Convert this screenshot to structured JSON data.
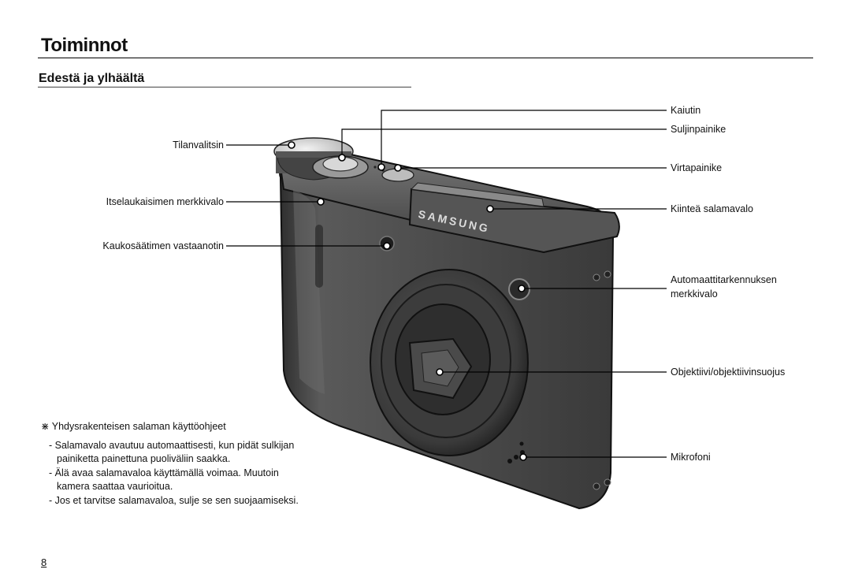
{
  "header": {
    "title": "Toiminnot",
    "subtitle": "Edestä ja ylhäältä"
  },
  "labels": {
    "mode_dial": "Tilanvalitsin",
    "self_timer_lamp": "Itselaukaisimen merkkivalo",
    "remote_receiver": "Kaukosäätimen vastaanotin",
    "speaker": "Kaiutin",
    "shutter_button": "Suljinpainike",
    "power_button": "Virtapainike",
    "built_in_flash": "Kiinteä salamavalo",
    "af_lamp_line1": "Automaattitarkennuksen",
    "af_lamp_line2": "merkkivalo",
    "lens": "Objektiivi/objektiivinsuojus",
    "microphone": "Mikrofoni"
  },
  "camera": {
    "brand": "SAMSUNG"
  },
  "notes": {
    "symbol": "⋇",
    "heading": "Yhdysrakenteisen salaman käyttöohjeet",
    "items": [
      "- Salamavalo avautuu automaattisesti, kun pidät sulkijan painiketta painettuna puoliväliin saakka.",
      "- Älä avaa salamavaloa käyttämällä voimaa. Muutoin kamera saattaa vaurioitua.",
      "- Jos et tarvitse salamavaloa, sulje se sen suojaamiseksi."
    ]
  },
  "page_number": "8",
  "colors": {
    "body": "#4a4a4a",
    "ink": "#111111"
  }
}
